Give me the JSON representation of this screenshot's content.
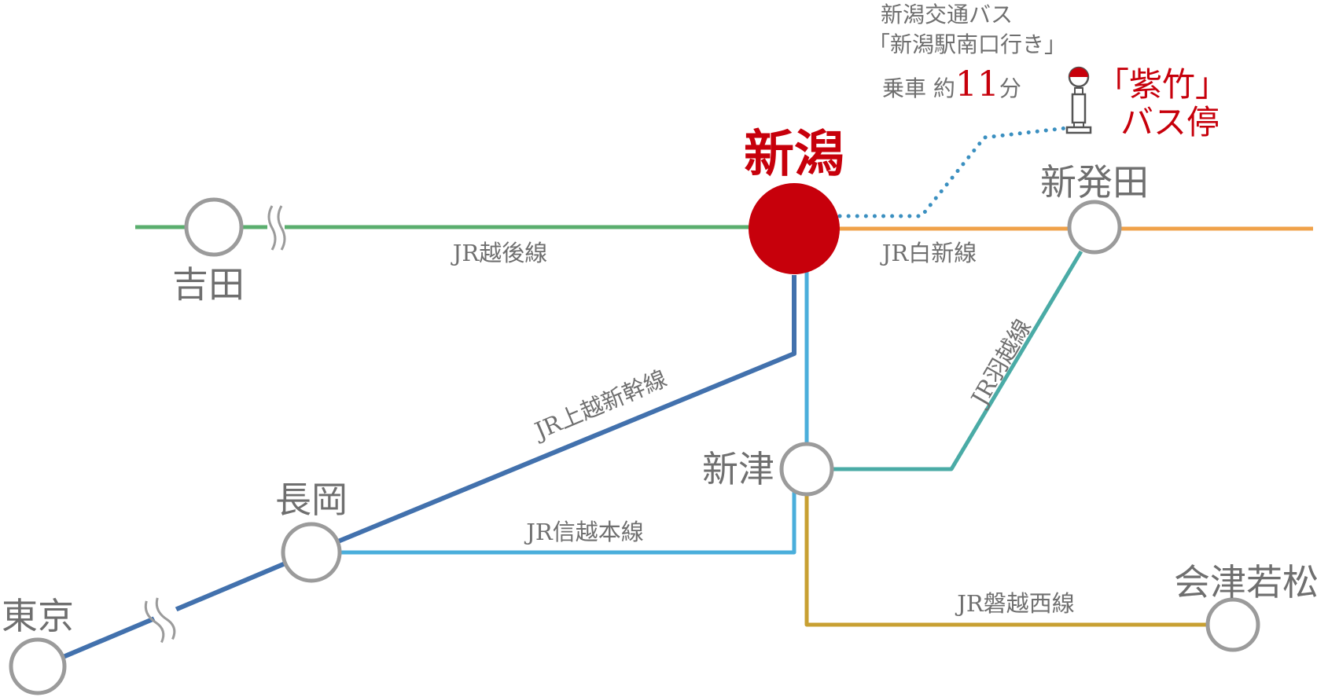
{
  "map": {
    "main_station": "新潟",
    "colors": {
      "echigo": "#5aae6e",
      "hakushin": "#f0a24a",
      "joetsu_shinkansen": "#4271ad",
      "shinetsu": "#4aaedb",
      "uetsu": "#4aaba6",
      "banetsu_west": "#c8a032",
      "accent_red": "#c7000b",
      "station_ring": "#9b9b9b",
      "bus_dots": "#3a8fc0"
    },
    "stations": {
      "yoshida": "吉田",
      "shibata": "新発田",
      "niitsu": "新津",
      "nagaoka": "長岡",
      "tokyo": "東京",
      "aizuwakamatsu": "会津若松"
    },
    "lines": {
      "echigo": "JR越後線",
      "hakushin": "JR白新線",
      "joetsu_shinkansen": "JR上越新幹線",
      "shinetsu": "JR信越本線",
      "uetsu": "JR羽越線",
      "banetsu_west": "JR磐越西線"
    },
    "bus": {
      "line1": "新潟交通バス",
      "line2": "「新潟駅南口行き」",
      "ride_prefix": "乗車 約",
      "ride_minutes": "11",
      "ride_unit": "分",
      "stop_line1": "「紫竹」",
      "stop_line2": "バス停"
    }
  }
}
